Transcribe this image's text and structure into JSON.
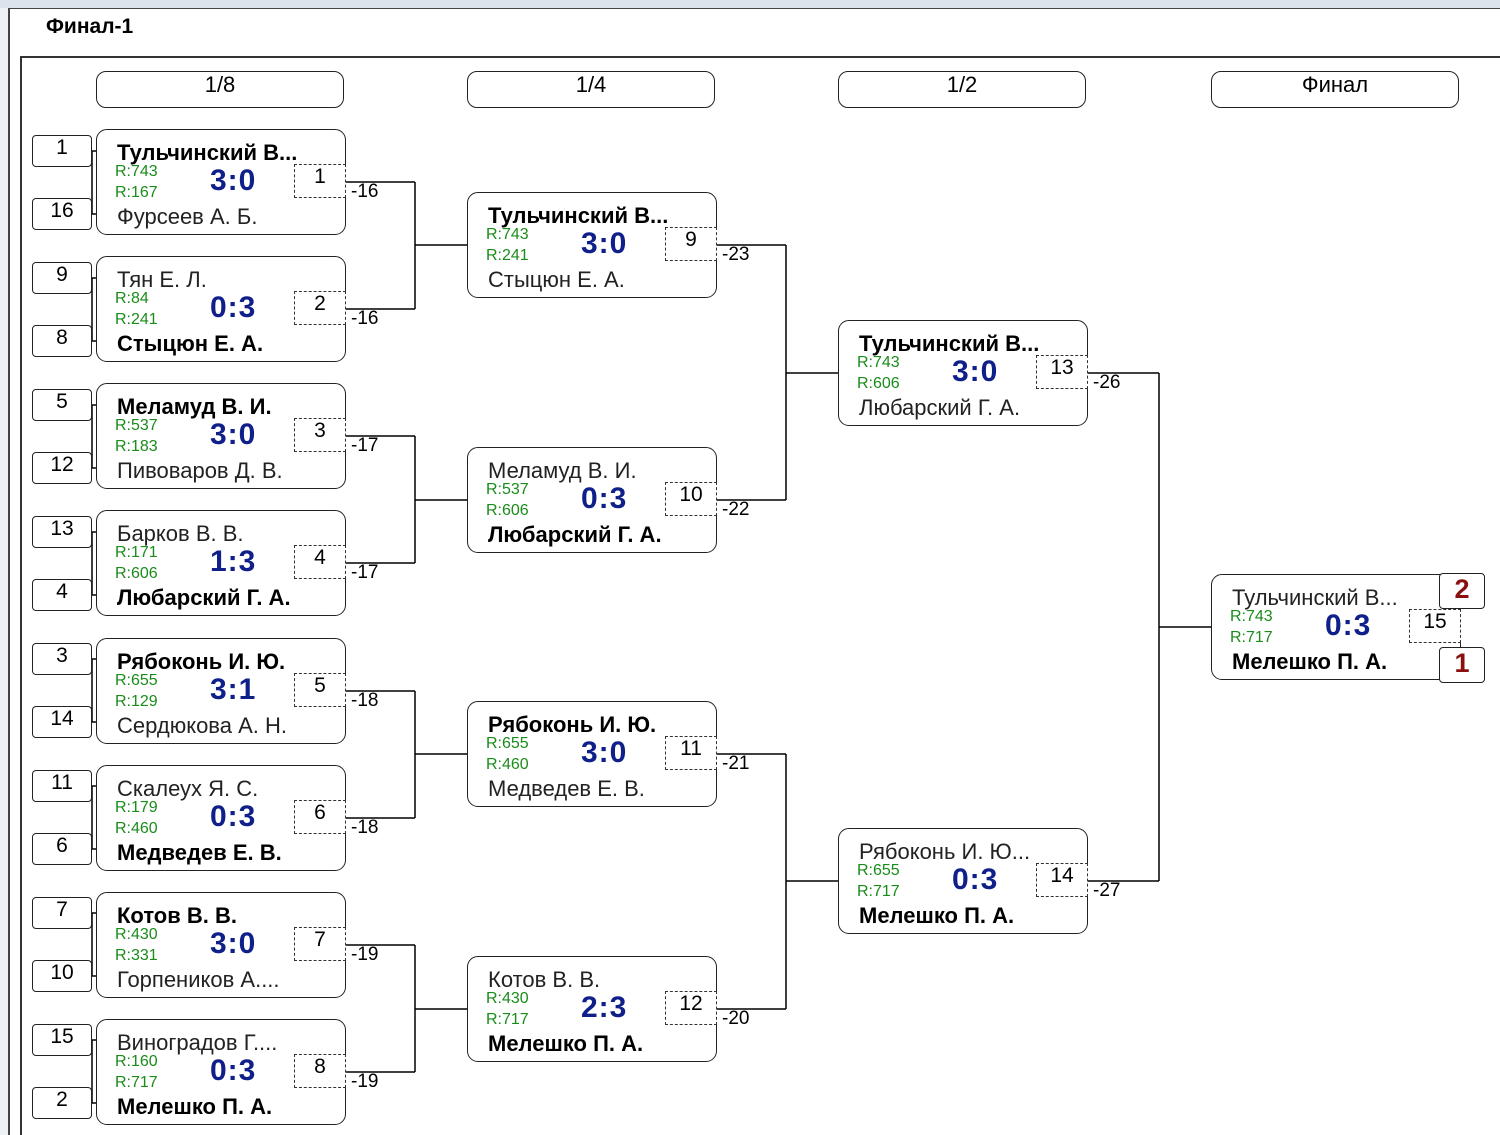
{
  "title": "Финал-1",
  "rounds": [
    "1/8",
    "1/4",
    "1/2",
    "Финал"
  ],
  "seeds": [
    "1",
    "16",
    "9",
    "8",
    "5",
    "12",
    "13",
    "4",
    "3",
    "14",
    "11",
    "6",
    "7",
    "10",
    "15",
    "2"
  ],
  "matches": [
    {
      "num": "1",
      "p1": "Тульчинский В...",
      "p2": "Фурсеев А. Б.",
      "r1": "R:743",
      "r2": "R:167",
      "score": "3:0",
      "loser": "-16"
    },
    {
      "num": "2",
      "p1": "Тян Е. Л.",
      "p2": "Стыцюн Е. А.",
      "r1": "R:84",
      "r2": "R:241",
      "score": "0:3",
      "loser": "-16"
    },
    {
      "num": "3",
      "p1": "Меламуд В. И.",
      "p2": "Пивоваров Д. В.",
      "r1": "R:537",
      "r2": "R:183",
      "score": "3:0",
      "loser": "-17"
    },
    {
      "num": "4",
      "p1": "Барков В. В.",
      "p2": "Любарский Г. А.",
      "r1": "R:171",
      "r2": "R:606",
      "score": "1:3",
      "loser": "-17"
    },
    {
      "num": "5",
      "p1": "Рябоконь И. Ю.",
      "p2": "Сердюкова А. Н.",
      "r1": "R:655",
      "r2": "R:129",
      "score": "3:1",
      "loser": "-18"
    },
    {
      "num": "6",
      "p1": "Скалеух Я. С.",
      "p2": "Медведев Е. В.",
      "r1": "R:179",
      "r2": "R:460",
      "score": "0:3",
      "loser": "-18"
    },
    {
      "num": "7",
      "p1": "Котов В. В.",
      "p2": "Горпеников А....",
      "r1": "R:430",
      "r2": "R:331",
      "score": "3:0",
      "loser": "-19"
    },
    {
      "num": "8",
      "p1": "Виноградов Г....",
      "p2": "Мелешко П. А.",
      "r1": "R:160",
      "r2": "R:717",
      "score": "0:3",
      "loser": "-19"
    },
    {
      "num": "9",
      "p1": "Тульчинский В...",
      "p2": "Стыцюн Е. А.",
      "r1": "R:743",
      "r2": "R:241",
      "score": "3:0",
      "loser": "-23"
    },
    {
      "num": "10",
      "p1": "Меламуд В. И.",
      "p2": "Любарский Г. А.",
      "r1": "R:537",
      "r2": "R:606",
      "score": "0:3",
      "loser": "-22"
    },
    {
      "num": "11",
      "p1": "Рябоконь И. Ю.",
      "p2": "Медведев Е. В.",
      "r1": "R:655",
      "r2": "R:460",
      "score": "3:0",
      "loser": "-21"
    },
    {
      "num": "12",
      "p1": "Котов В. В.",
      "p2": "Мелешко П. А.",
      "r1": "R:430",
      "r2": "R:717",
      "score": "2:3",
      "loser": "-20"
    },
    {
      "num": "13",
      "p1": "Тульчинский В...",
      "p2": "Любарский Г. А.",
      "r1": "R:743",
      "r2": "R:606",
      "score": "3:0",
      "loser": "-26"
    },
    {
      "num": "14",
      "p1": "Рябоконь И. Ю...",
      "p2": "Мелешко П. А.",
      "r1": "R:655",
      "r2": "R:717",
      "score": "0:3",
      "loser": "-27"
    },
    {
      "num": "15",
      "p1": "Тульчинский В...",
      "p2": "Мелешко П. А.",
      "r1": "R:743",
      "r2": "R:717",
      "score": "0:3",
      "loser": ""
    }
  ],
  "places": {
    "top": "2",
    "bottom": "1"
  }
}
